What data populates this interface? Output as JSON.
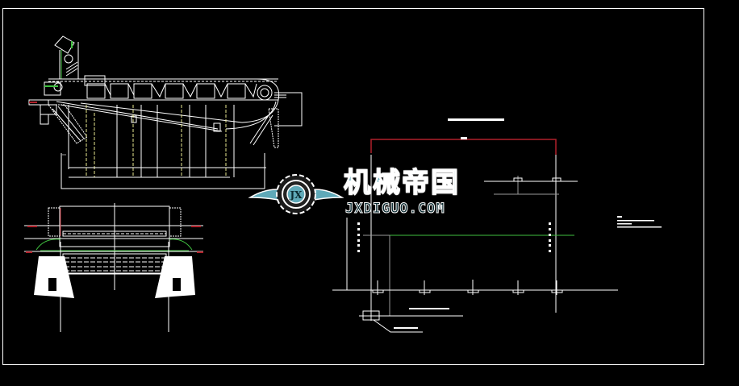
{
  "drawing": {
    "background": "#000000",
    "line_color": "#ffffff",
    "accent_colors": {
      "red_dimension": "#b0202a",
      "green_centerline": "#3fbf3f",
      "yellow_centerline": "#e8e890",
      "grey_leader": "#9a9a9a"
    },
    "views": [
      {
        "name": "side-elevation",
        "description": "scraper/chain conveyor with hoppers, side view"
      },
      {
        "name": "front-section",
        "description": "cross-section with twin support piers"
      },
      {
        "name": "layout-plan",
        "description": "plan layout with dimension lines and notes"
      }
    ]
  },
  "watermark": {
    "cn_text": "机械帝国",
    "en_text": "JXDIGUO.COM",
    "badge_text": "JX",
    "color": "#5fa9b8"
  }
}
